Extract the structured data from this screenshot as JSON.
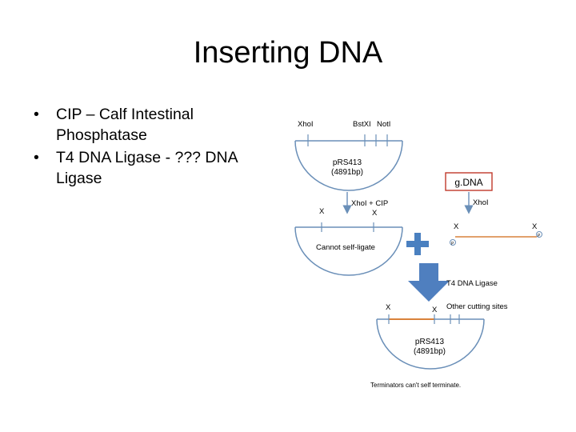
{
  "title": "Inserting DNA",
  "bullets": [
    {
      "text": "CIP – Calf Intestinal Phosphatase"
    },
    {
      "text": "T4 DNA Ligase - ??? DNA Ligase"
    }
  ],
  "diagram": {
    "site_xhoi": "XhoI",
    "site_bstxi": "BstXI",
    "site_noti": "NotI",
    "plasmid_name": "pRS413",
    "plasmid_size": "(4891bp)",
    "step_xhoi_cip": "XhoI + CIP",
    "cut_marker": "X",
    "cannot_self_ligate": "Cannot self-ligate",
    "gdna_label": "g.DNA",
    "gdna_step": "XhoI",
    "phosphate": "P",
    "plus_sign": "+",
    "t4_step": "T4 DNA Ligase",
    "other_sites": "Other cutting sites",
    "footnote": "Terminators can't self terminate."
  },
  "colors": {
    "arc_stroke": "#6a8fb8",
    "insert_orange": "#d9823b",
    "gdna_box_border": "#c0392b",
    "plus_blue": "#4a80c0",
    "arrow_blue": "#4f7fbf"
  }
}
